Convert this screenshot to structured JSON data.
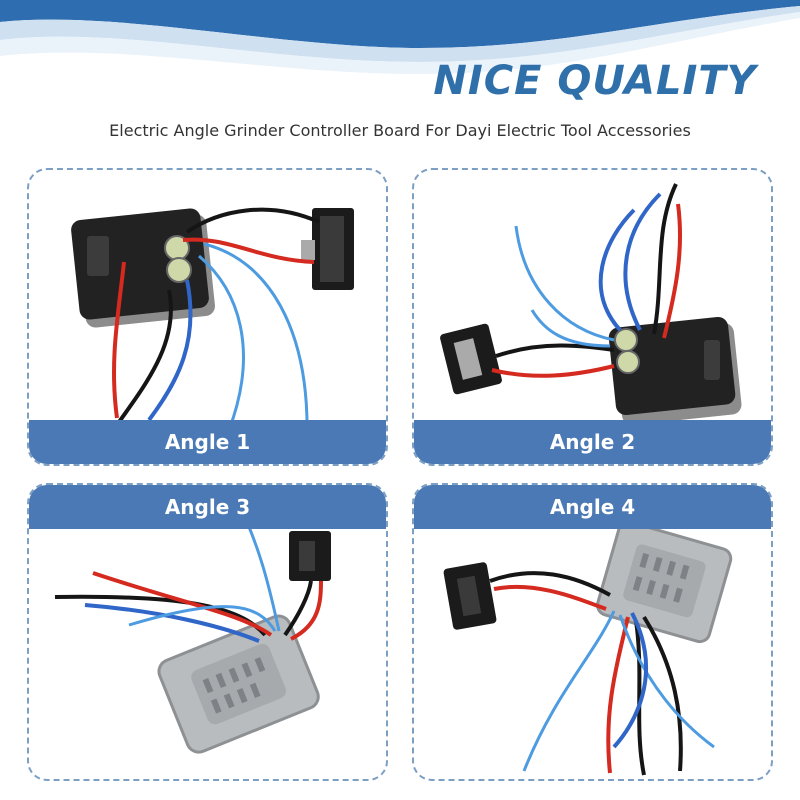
{
  "header": {
    "headline": "NICE QUALITY",
    "subtitle": "Electric Angle Grinder Controller Board For Dayi Electric Tool Accessories"
  },
  "panels": [
    {
      "label": "Angle 1"
    },
    {
      "label": "Angle 2"
    },
    {
      "label": "Angle 3"
    },
    {
      "label": "Angle 4"
    }
  ],
  "colors": {
    "brand": "#2f6faa",
    "band": "#4a79b6",
    "wave": "#2e6db0",
    "wire_red": "#d42a1f",
    "wire_blue": "#2f66c8",
    "wire_light_blue": "#4d9be0",
    "wire_black": "#151515"
  }
}
